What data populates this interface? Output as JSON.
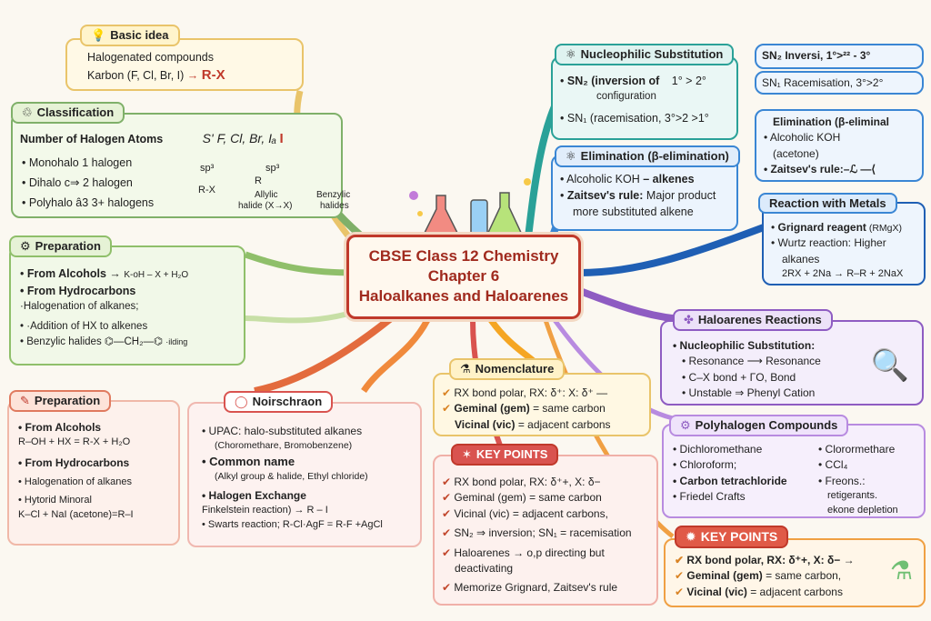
{
  "center": {
    "line1": "CBSE Class 12 Chemistry",
    "line2": "Chapter 6",
    "line3": "Haloalkanes and Haloarenes"
  },
  "basic_idea": {
    "title": "Basic idea",
    "lines": [
      "Halogenated compounds",
      "Karbon (F, Cl, Br, I)"
    ],
    "formula": "R-X"
  },
  "classification": {
    "title": "Classification",
    "subtitle": "Number of Halogen Atoms",
    "halogens": "S' F, Cl, Br, Iₐ",
    "halogen_i": "I",
    "items": [
      "Monohalo 1 halogen",
      "Dihalo c⇒ 2 halogen",
      "Polyhalo â3 3+ halogens"
    ],
    "sp1": "sp³",
    "rx": "R-X",
    "sp2": "sp³",
    "r2": "R",
    "allylic": "Allylic",
    "allylic2": "halide (X→X)",
    "benzylic": "Benzylic",
    "benzylic2": "halides"
  },
  "prep_left": {
    "title": "Preparation",
    "from_alcohols": "From Alcohols",
    "alc_formula": "K-oH – X + H₂O",
    "from_hydro": "From Hydrocarbons",
    "halog": "·Halogenation of alkanes;",
    "addition": "·Addition of HX to alkenes",
    "benzylic": "Benzylic halides",
    "benz_formula": "—CH₂—",
    "ring_note": "·ilding"
  },
  "prep2": {
    "title": "Preparation",
    "from_alcohols": "From Alcohols",
    "f1": "R–OH + HX = R-X + H₂O",
    "from_hydro": "From Hydrocarbons",
    "halog": "Halogenation of alkanes",
    "hytorid": "Hytorid Minoral",
    "f2": "K–Cl + NaI (acetone)=R–I"
  },
  "nomen1": {
    "title": "Noirschraon",
    "iupac": "UPAC: halo-substituted alkanes",
    "iupac2": "(Chorometharе, Bromobenzene)",
    "common": "Common name",
    "common2": "(Alkyl group & halide, Ethyl chloride)",
    "halex": "Halogen Exchange",
    "fink": "Finkelstein reaction)",
    "fink_r": "→ R – I",
    "swarts": "Swarts reaction; R-Cl·AgF = R-F +AgCl"
  },
  "nomen2": {
    "title": "Nomenclature",
    "l1": "RX bond polar, RX: δ⁺: X: δ⁺ —",
    "l2b": "Geminal (gem)",
    "l2": " = same carbon",
    "l3b": "Vicinal (vic)",
    "l3": " = adjacent carbons"
  },
  "key1": {
    "title": "KEY POINTS",
    "items": [
      "RX bond polar, RX: δ⁺+, X: δ−",
      "Geminal (gem) = same carbon",
      "Vicinal (vic) = adjacent carbons,",
      "SN₂ ⇒ inversion; SN₁ = racemisation",
      "Haloarenes → o,p directing but",
      "deactivating",
      "Memorize Grignard, Zaitsev's rule"
    ]
  },
  "nuc": {
    "title": "Nucleophilic Substitution",
    "l1": "SN₂ (inversion of",
    "l1r": "1° > 2°",
    "l1b": "configuration",
    "l2": "SN₁ (racemisation, 3°>2 >1°"
  },
  "sn_right": {
    "sn2": "SN₂ Inversi, 1°>²² - 3°",
    "sn1": "SN₁ Racemisation, 3°>2°"
  },
  "elim": {
    "title": "Elimination (β-elimination)",
    "l1a": "Alcoholic KOH ",
    "l1b": "– alkenes",
    "l2a": "Zaitsev's rule:",
    "l2b": " Major product",
    "l3": "more substituted alkene"
  },
  "elim_right": {
    "title": "Elimination (β-eliminal",
    "l1": "Alcoholic KOH",
    "l2": "(acetone)",
    "l3": "Zaitsev's rule:–ℒ —⟨"
  },
  "metals": {
    "title": "Reaction with Metals",
    "l1": "Grignard reagent",
    "l1r": " (RMgX)",
    "l2": "Wurtz reaction: Higher",
    "l3": "alkanes",
    "l4": "2RX + 2Na → R–R + 2NaX"
  },
  "arenes": {
    "title": "Haloarenes Reactions",
    "l1": "Nucleophilic Substitution:",
    "l2": "Resonance ⟶ Resonance",
    "l3": "C–X bond + ΓO, Bond",
    "l4": "Unstable ⇒ Phenyl Cation"
  },
  "poly": {
    "title": "Polyhalogen Compounds",
    "left": [
      "Dichloromethane",
      "Chloroform;",
      "Carbon tetrachloride",
      "Friedel Crafts"
    ],
    "right": [
      "Clorormethare",
      "CCl₄",
      "Freons.:",
      "retigerants.",
      "ekone depletion"
    ]
  },
  "key2": {
    "title": "KEY POINTS",
    "l1": "RX bond polar, RX: δ⁺+, X: δ− →",
    "l2b": "Geminal (gem)",
    "l2": " = same carbon,",
    "l3b": "Vicinal (vic)",
    "l3": " = adjacent carbons"
  }
}
